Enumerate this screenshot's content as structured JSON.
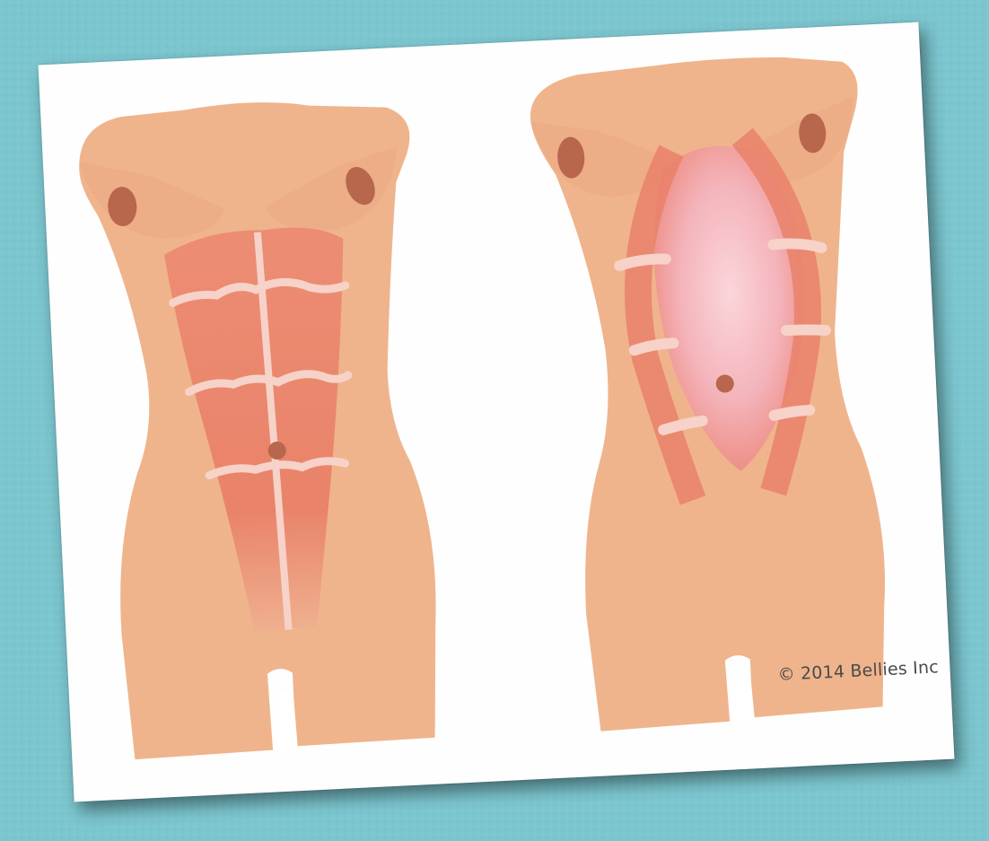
{
  "figure": {
    "copyright": "© 2014 Bellies Inc",
    "panels": [
      {
        "id": "left",
        "state": "muscles together"
      },
      {
        "id": "right",
        "state": "muscles separated"
      }
    ]
  },
  "colors": {
    "background": "#7cc6cf",
    "skin": "#efb48c",
    "muscle": "#e9816a",
    "tendon": "#f7d2c8",
    "separation": "#f4b9bf",
    "nipple": "#b8664c"
  }
}
